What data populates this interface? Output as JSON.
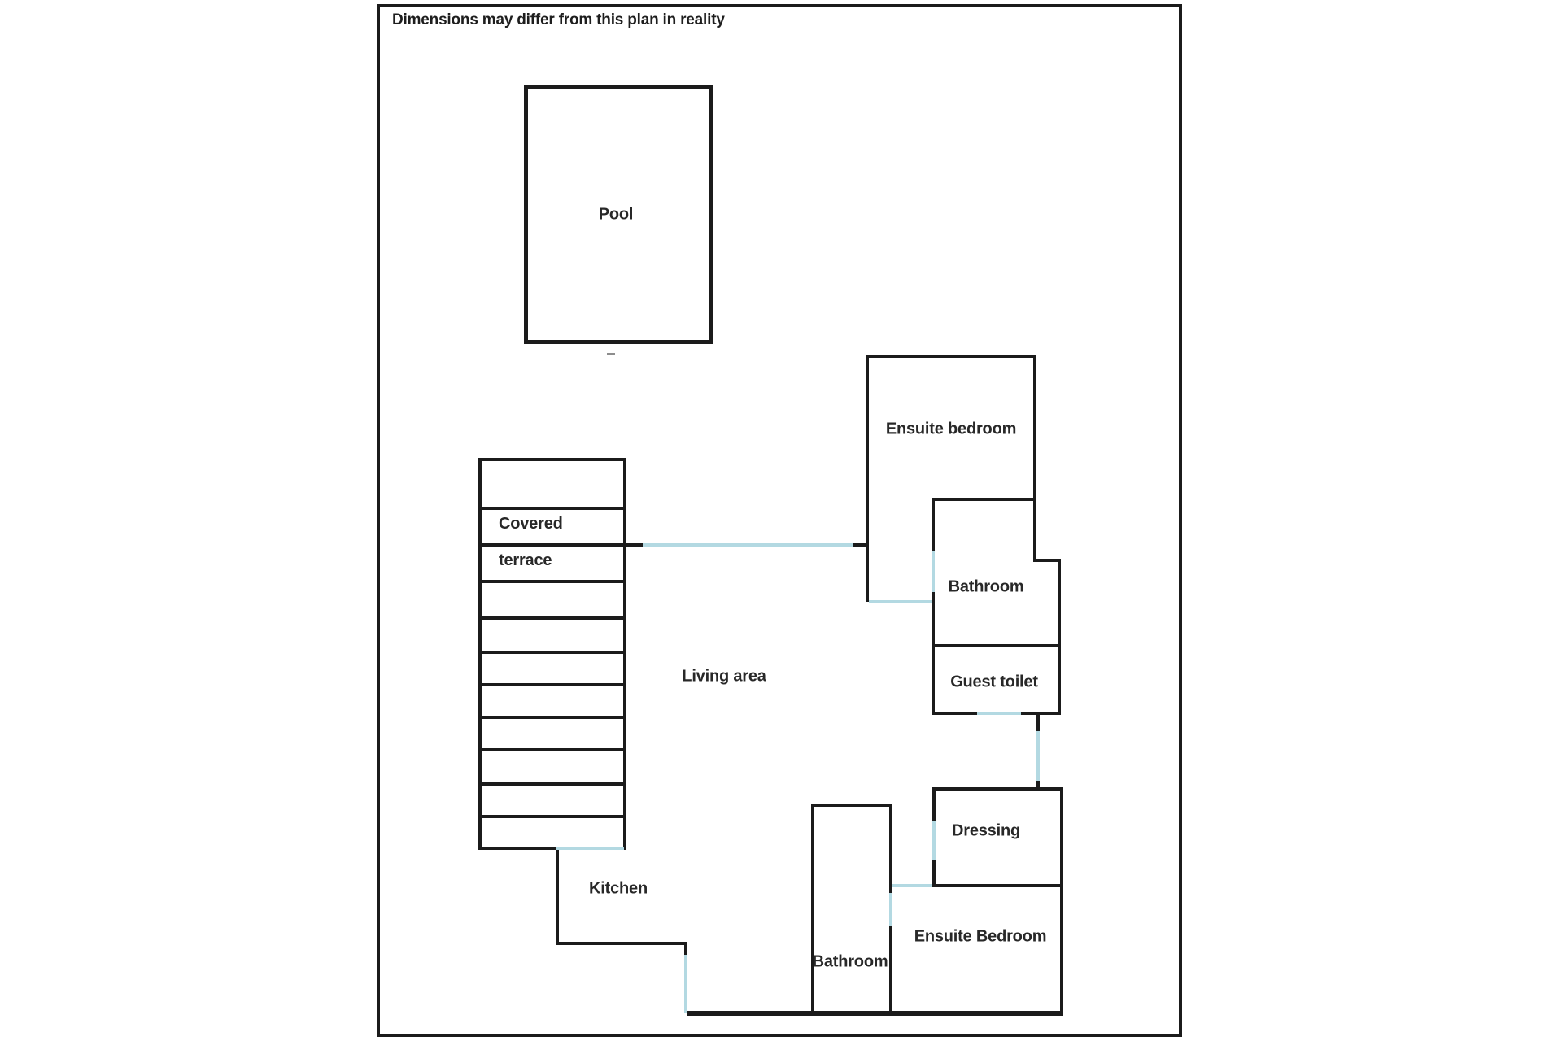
{
  "note": "Dimensions may differ from this plan in reality",
  "colors": {
    "wall": "#1b1b1b",
    "door_opening": "#b3d9e2",
    "text": "#282828",
    "background": "#ffffff"
  },
  "labels": {
    "pool": "Pool",
    "covered_line1": "Covered",
    "covered_line2": "terrace",
    "living_area": "Living area",
    "kitchen": "Kitchen",
    "ensuite_top": "Ensuite bedroom",
    "bathroom_top": "Bathroom",
    "guest_toilet": "Guest toilet",
    "dressing": "Dressing",
    "bathroom_bottom": "Bathroom",
    "ensuite_bottom": "Ensuite Bedroom"
  }
}
